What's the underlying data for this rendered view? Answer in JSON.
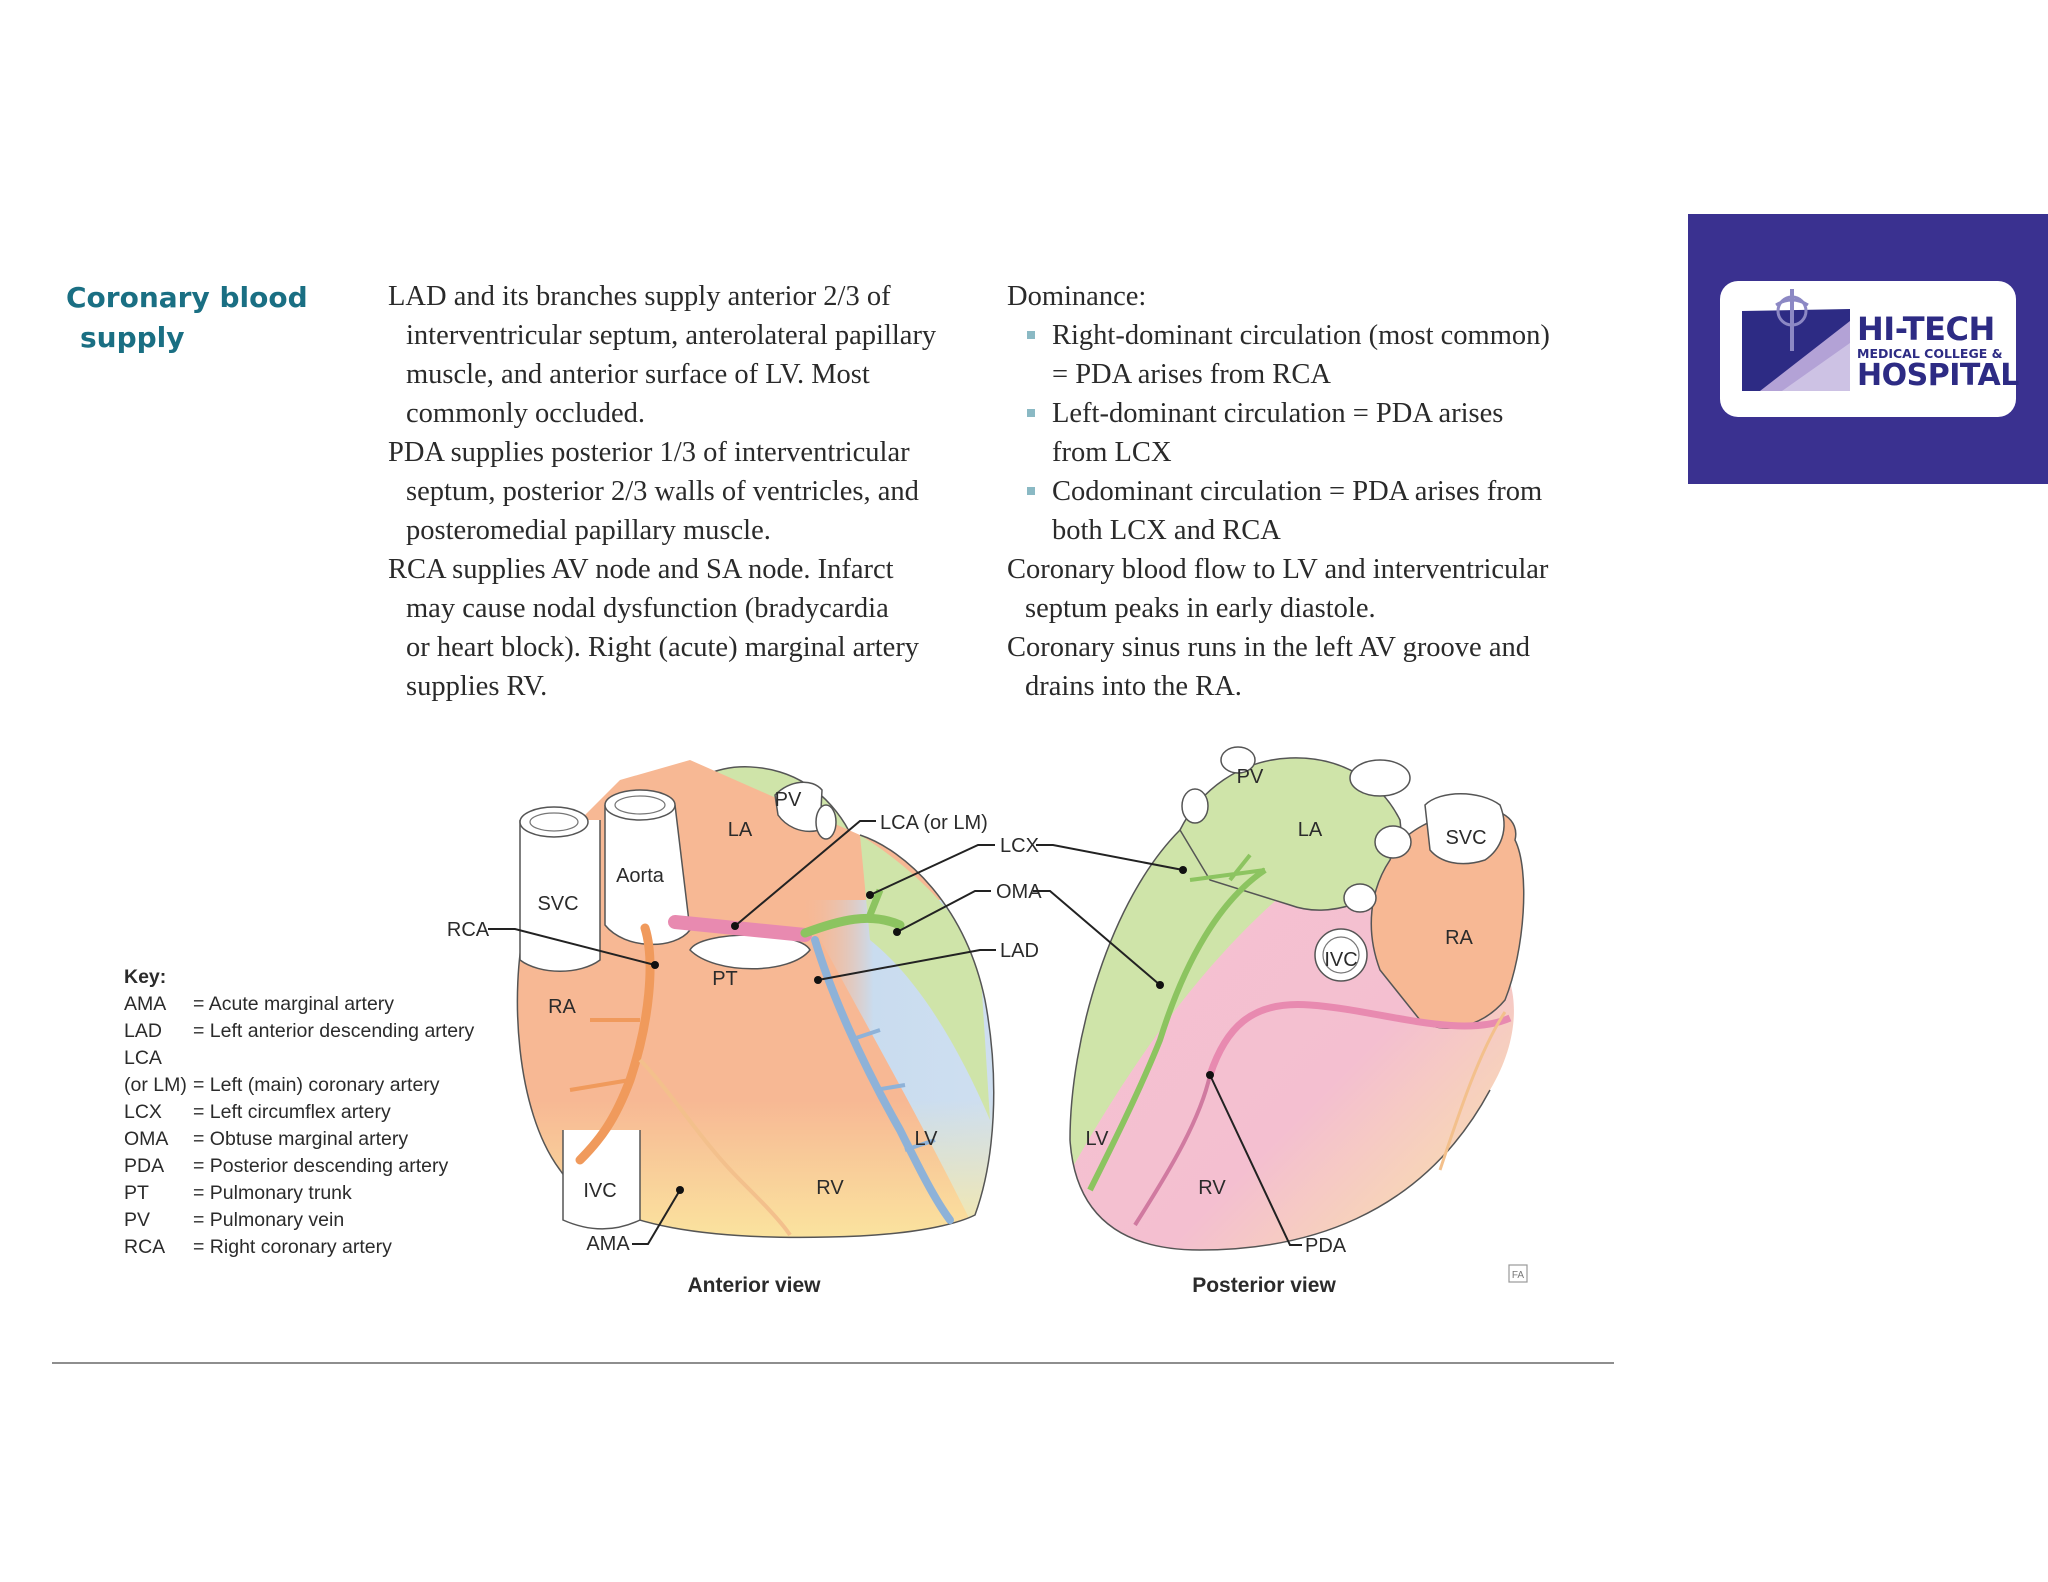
{
  "heading": {
    "line1": "Coronary blood",
    "line2": "supply"
  },
  "column_left": [
    {
      "lines": [
        "LAD and its branches supply anterior 2/3 of",
        "interventricular septum, anterolateral papillary",
        "muscle, and anterior surface of LV. Most",
        "commonly occluded."
      ]
    },
    {
      "lines": [
        "PDA supplies posterior 1/3 of interventricular",
        "septum, posterior 2/3 walls of ventricles, and",
        "posteromedial papillary muscle."
      ]
    },
    {
      "lines": [
        "RCA supplies AV node and SA node. Infarct",
        "may cause nodal dysfunction (bradycardia",
        "or heart block). Right (acute) marginal artery",
        "supplies RV."
      ]
    }
  ],
  "column_right": {
    "dominance_label": "Dominance:",
    "bullets": [
      {
        "lines": [
          "Right-dominant circulation (most common)",
          "= PDA arises from RCA"
        ]
      },
      {
        "lines": [
          "Left-dominant circulation = PDA arises",
          "from LCX"
        ]
      },
      {
        "lines": [
          "Codominant circulation = PDA arises from",
          "both LCX and RCA"
        ]
      }
    ],
    "paragraphs": [
      {
        "lines": [
          "Coronary blood flow to LV and interventricular",
          "septum peaks in early diastole."
        ]
      },
      {
        "lines": [
          "Coronary sinus runs in the left AV groove and",
          "drains into the RA."
        ]
      }
    ]
  },
  "logo": {
    "line1": "HI-TECH",
    "line2": "MEDICAL COLLEGE &",
    "line3": "HOSPITAL"
  },
  "diagram": {
    "key": {
      "title": "Key:",
      "items": [
        {
          "abbr": "AMA",
          "def": "= Acute marginal artery"
        },
        {
          "abbr": "LAD",
          "def": "= Left anterior descending artery"
        },
        {
          "abbr": "LCA",
          "def": ""
        },
        {
          "abbr": "(or LM)",
          "def": "= Left (main) coronary artery"
        },
        {
          "abbr": "LCX",
          "def": "= Left circumflex artery"
        },
        {
          "abbr": "OMA",
          "def": "= Obtuse marginal artery"
        },
        {
          "abbr": "PDA",
          "def": "= Posterior descending artery"
        },
        {
          "abbr": "PT",
          "def": "= Pulmonary trunk"
        },
        {
          "abbr": "PV",
          "def": "= Pulmonary vein"
        },
        {
          "abbr": "RCA",
          "def": "= Right coronary artery"
        }
      ]
    },
    "anterior": {
      "caption": "Anterior view",
      "labels": {
        "pv": "PV",
        "la": "LA",
        "aorta": "Aorta",
        "svc": "SVC",
        "rca": "RCA",
        "pt": "PT",
        "ra": "RA",
        "lv": "LV",
        "rv": "RV",
        "ivc": "IVC",
        "ama": "AMA",
        "lca": "LCA (or LM)",
        "lcx": "LCX",
        "oma": "OMA",
        "lad": "LAD"
      }
    },
    "posterior": {
      "caption": "Posterior view",
      "labels": {
        "pv": "PV",
        "la": "LA",
        "svc": "SVC",
        "ra": "RA",
        "ivc": "IVC",
        "lv": "LV",
        "rv": "RV",
        "pda": "PDA"
      }
    },
    "corner_mark": "FA"
  },
  "colors": {
    "heading": "#1a6f83",
    "logo_band": "#3a3190",
    "rca_territory": "#f7b894",
    "lad_territory": "#c9dcef",
    "lcx_territory": "#cfe4a9",
    "pda_territory": "#f4bfd0",
    "apex_yellow": "#fbeaa0"
  }
}
